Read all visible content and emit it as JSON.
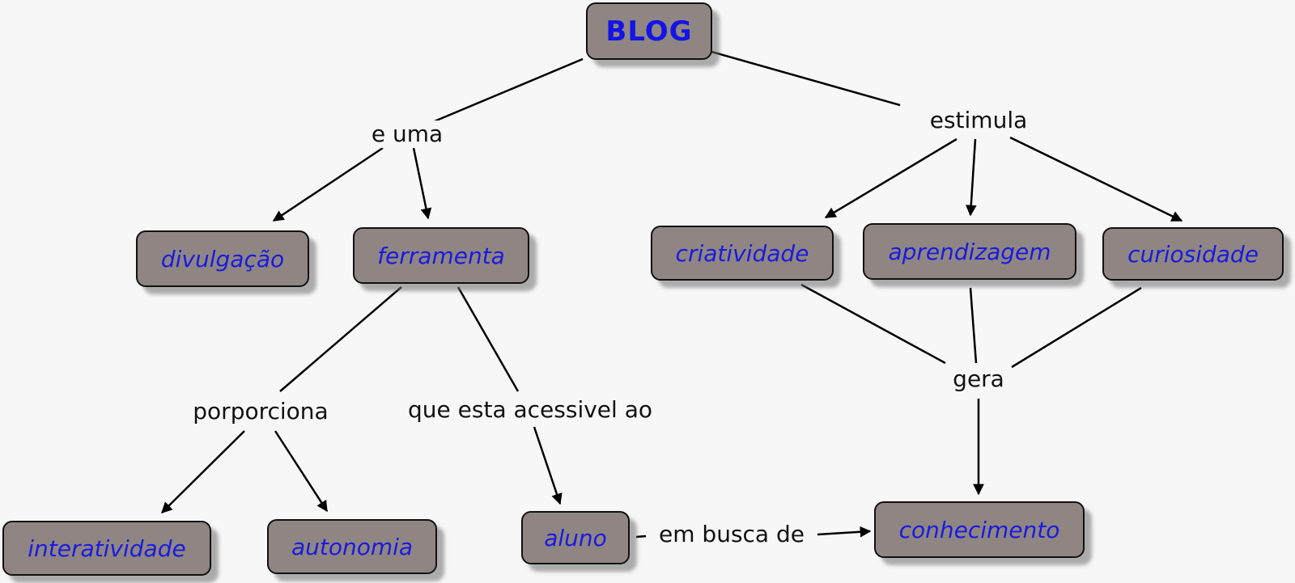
{
  "concept_map": {
    "root": "BLOG",
    "concepts": {
      "divulgacao": "divulgação",
      "ferramenta": "ferramenta",
      "criatividade": "criatividade",
      "aprendizagem": "aprendizagem",
      "curiosidade": "curiosidade",
      "interatividade": "interatividade",
      "autonomia": "autonomia",
      "aluno": "aluno",
      "conhecimento": "conhecimento"
    },
    "links": {
      "e_uma": "e uma",
      "estimula": "estimula",
      "porporciona": "porporciona",
      "que_esta_acessivel_ao": "que esta acessivel ao",
      "gera": "gera",
      "em_busca_de": "em busca de"
    },
    "colors": {
      "node_fill": "#8f8683",
      "node_text": "#1a1adf",
      "link_text": "#111111",
      "background": "#f7f7f7"
    }
  }
}
